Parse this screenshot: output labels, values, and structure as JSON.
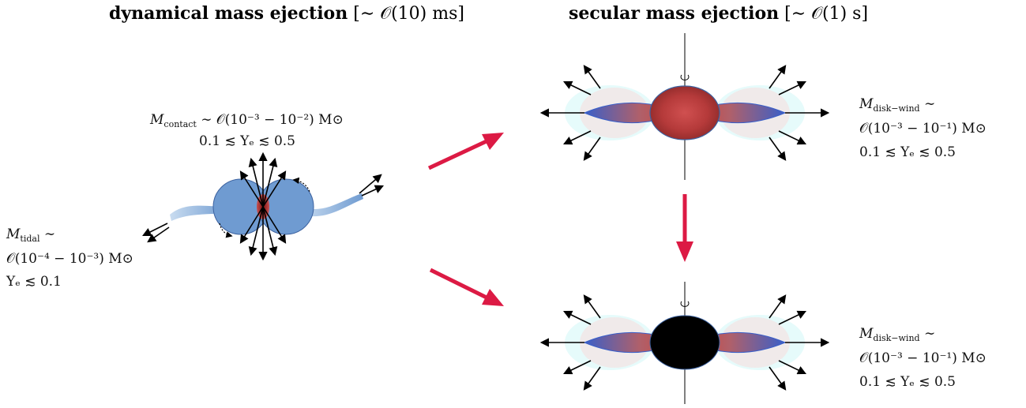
{
  "titles": {
    "dynamical": {
      "bold": "dynamical mass ejection",
      "rest": "[∼ 𝒪(10) ms]"
    },
    "secular": {
      "bold": "secular mass ejection",
      "rest": "[∼ 𝒪(1) s]"
    }
  },
  "contact": {
    "line1_sym": "M",
    "line1_sub": "contact",
    "line1_rest": " ∼ 𝒪(10⁻³ − 10⁻²) M⊙",
    "line2": "0.1 ≲ Yₑ ≲ 0.5"
  },
  "tidal": {
    "line1_sym": "M",
    "line1_sub": "tidal",
    "line1_rest": " ∼",
    "line2": "𝒪(10⁻⁴ − 10⁻³) M⊙",
    "line3": "Yₑ ≲ 0.1"
  },
  "disk_wind_top": {
    "line1_sym": "M",
    "line1_sub": "disk−wind",
    "line1_rest": " ∼",
    "line2": "𝒪(10⁻³ − 10⁻¹) M⊙",
    "line3": "0.1 ≲ Yₑ ≲ 0.5"
  },
  "disk_wind_bottom": {
    "line1_sym": "M",
    "line1_sub": "disk−wind",
    "line1_rest": " ∼",
    "line2": "𝒪(10⁻³ − 10⁻¹) M⊙",
    "line3": "0.1 ≲ Yₑ ≲ 0.5"
  },
  "colors": {
    "arrow_red": "#dc1a44",
    "neutron_star_blue": "#6f9bd1",
    "disk_blue": "#3a5fc8",
    "disk_red": "#c0504d",
    "glow_cyan": "#e6fbfb",
    "remnant_ns": "#b23a3a",
    "black_hole": "#000000"
  }
}
